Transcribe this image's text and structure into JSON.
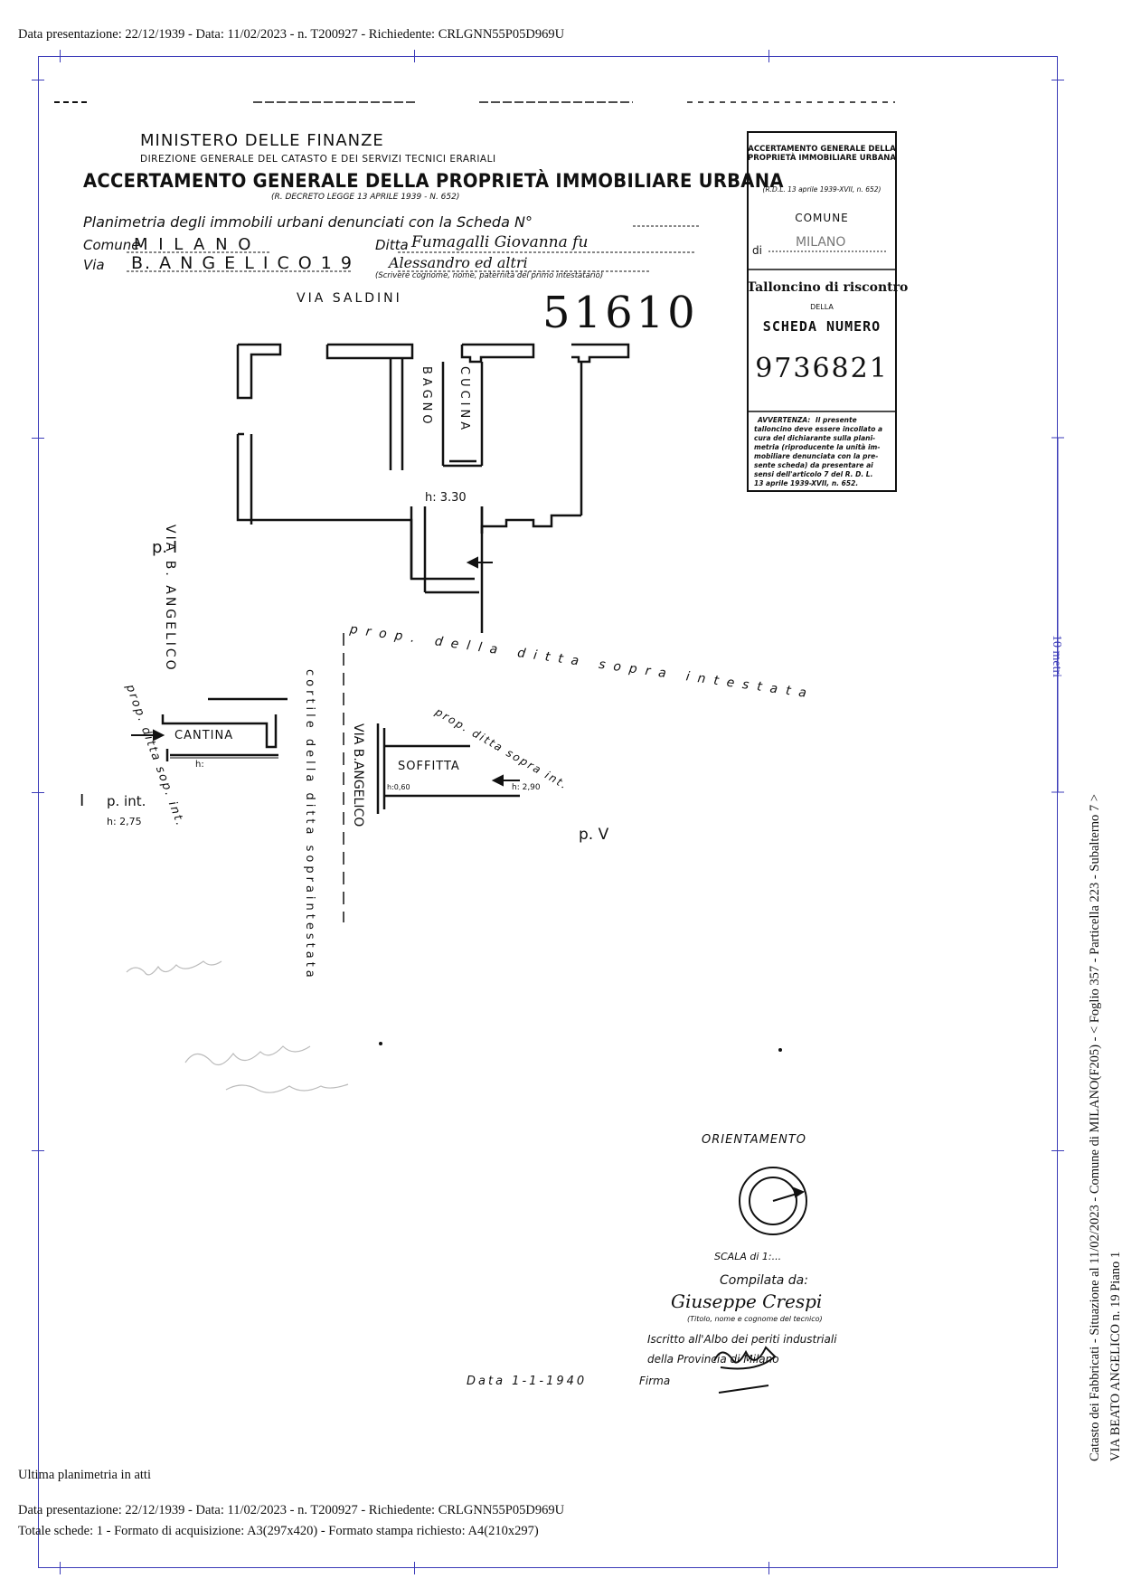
{
  "header": {
    "top_line": "Data presentazione: 22/12/1939 - Data: 11/02/2023 - n. T200927 - Richiedente: CRLGNN55P05D969U"
  },
  "document": {
    "ministry": "MINISTERO DELLE FINANZE",
    "direction": "DIREZIONE GENERALE DEL CATASTO E DEI SERVIZI TECNICI ERARIALI",
    "title": "ACCERTAMENTO GENERALE DELLA PROPRIETÀ IMMOBILIARE URBANA",
    "decree": "(R. DECRETO LEGGE 13 APRILE 1939 - N. 652)",
    "planimetry_line": "Planimetria degli immobili urbani denunciati con la Scheda N°",
    "comune_label": "Comune",
    "comune_value": "M I L A N O",
    "ditta_label": "Ditta",
    "ditta_value": "Fumagalli Giovanna fu",
    "ditta_value2": "Alessandro ed altri",
    "via_label": "Via",
    "via_value": "B. A N G E L I C O  1 9",
    "ditta_note": "(Scrivere cognome, nome, paternità del primo intestatario)",
    "scheda_number": "51610"
  },
  "tallone": {
    "heading": "ACCERTAMENTO GENERALE DELLA PROPRIETÀ IMMOBILIARE URBANA",
    "decree": "(R.D.L. 13 aprile 1939-XVII, n. 652)",
    "comune_label": "COMUNE",
    "di_label": "di",
    "di_value": "MILANO",
    "tallon_title": "Talloncino di riscontro",
    "della": "DELLA",
    "scheda_label": "SCHEDA NUMERO",
    "scheda_value": "9736821",
    "avvertenza_title": "AVVERTENZA:",
    "avvertenza_text": [
      "Il presente",
      "talloncino deve essere incollato a",
      "cura del dichiarante sulla plani-",
      "metria (riproducente la unità im-",
      "mobiliare denunciata con la pre-",
      "sente scheda) da presentare ai",
      "sensi dell'articolo 7 del R. D. L.",
      "13 aprile 1939-XVII, n. 652."
    ]
  },
  "plan": {
    "via_saldini": "VIA  SALDINI",
    "via_angelico": "VIA  B. ANGELICO",
    "bagno": "BAGNO",
    "cucina": "CUCINA",
    "height_main": "h: 3.30",
    "piano_I": "p. I",
    "prop_ditta_arc": "prop. della ditta sopra intestata",
    "cortile": "cortile della ditta sopraintestata",
    "via_angelico2": "VIA B.ANGELICO",
    "cantina": "CANTINA",
    "cantina_h": "h:",
    "cantina_prop": "prop. ditta sop. int.",
    "piano_int": "p. int.",
    "piano_int_prefix": "I",
    "piano_int_h": "h: 2,75",
    "soffitta": "SOFFITTA",
    "soffitta_h_left": "h:0,60",
    "soffitta_h_right": "h: 2,90",
    "soffitta_prop": "prop. ditta sopra int.",
    "piano_V": "p. V",
    "scale_bar": "10 metri"
  },
  "orientation": {
    "label": "ORIENTAMENTO",
    "scala": "SCALA di 1:..."
  },
  "signature": {
    "compilata": "Compilata da:",
    "name": "Giuseppe Crespi",
    "name_note": "(Titolo, nome e cognome del tecnico)",
    "iscritto": "Iscritto all'Albo dei periti industriali",
    "provincia": "della Provincia di Milano",
    "data": "Data 1-1-1940",
    "firma": "Firma"
  },
  "side_text": {
    "line1": "Catasto dei Fabbricati - Situazione al 11/02/2023 - Comune di MILANO(F205) - < Foglio 357 - Particella 223 - Subalterno 7 >",
    "line2": "VIA BEATO ANGELICO n. 19 Piano 1"
  },
  "footer": {
    "ultima": "Ultima planimetria in atti",
    "line1": "Data presentazione: 22/12/1939 - Data: 11/02/2023 - n. T200927 - Richiedente: CRLGNN55P05D969U",
    "line2": "Totale schede: 1 - Formato di acquisizione: A3(297x420)  - Formato stampa richiesto: A4(210x297)"
  },
  "colors": {
    "frame": "#3b3bb8",
    "ink": "#111111"
  }
}
